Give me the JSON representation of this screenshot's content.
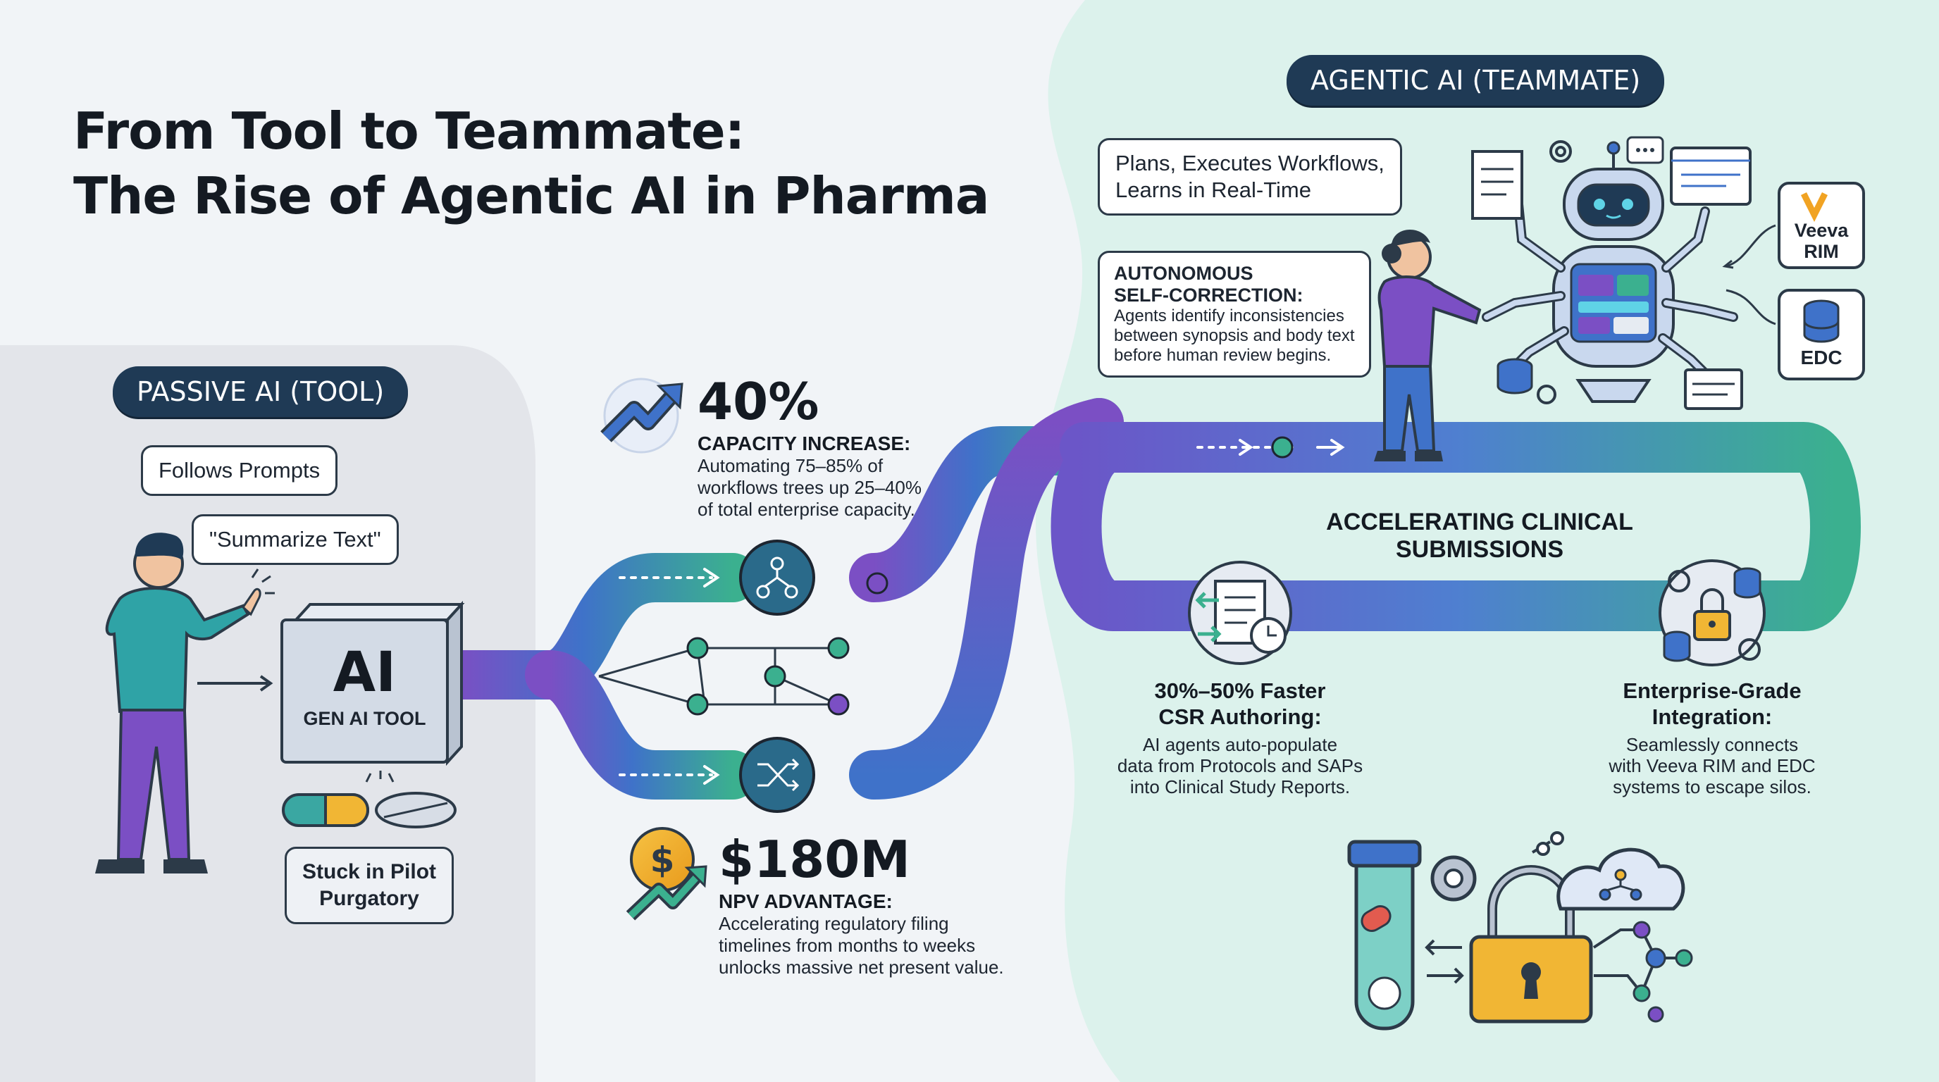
{
  "title": {
    "line1": "From Tool to Teammate:",
    "line2": "The Rise of Agentic AI in Pharma"
  },
  "passive": {
    "pill": "PASSIVE AI (TOOL)",
    "bubble1": "Follows Prompts",
    "bubble2": "\"Summarize Text\"",
    "box_big": "AI",
    "box_small": "GEN AI TOOL",
    "stuck_line1": "Stuck in Pilot",
    "stuck_line2": "Purgatory"
  },
  "agentic": {
    "pill": "AGENTIC AI (TEAMMATE)",
    "bubble_line1": "Plans, Executes Workflows,",
    "bubble_line2": "Learns in Real-Time",
    "auto_head1": "AUTONOMOUS",
    "auto_head2": "SELF-CORRECTION:",
    "auto_body1": "Agents identify inconsistencies",
    "auto_body2": "between synopsis and body text",
    "auto_body3": "before human review begins.",
    "veeva_line1": "Veeva",
    "veeva_line2": "RIM",
    "edc": "EDC"
  },
  "stats": {
    "capacity": {
      "value": "40%",
      "head": "CAPACITY INCREASE:",
      "body1": "Automating 75–85% of",
      "body2": "workflows trees up 25–40%",
      "body3": "of total enterprise capacity."
    },
    "npv": {
      "value": "$180M",
      "head": "NPV ADVANTAGE:",
      "body1": "Accelerating regulatory filing",
      "body2": "timelines from months to weeks",
      "body3": "unlocks massive net present value."
    }
  },
  "loop": {
    "label": "ACCELERATING CLINICAL SUBMISSIONS",
    "csr": {
      "head1": "30%–50% Faster",
      "head2": "CSR Authoring:",
      "body1": "AI agents auto-populate",
      "body2": "data from Protocols and SAPs",
      "body3": "into Clinical Study Reports."
    },
    "integration": {
      "head1": "Enterprise-Grade",
      "head2": "Integration:",
      "body1": "Seamlessly connects",
      "body2": "with Veeva RIM and EDC",
      "body3": "systems to escape silos."
    }
  },
  "icons": {
    "person_passive": "person-pointing-icon",
    "person_agentic": "person-handshake-icon",
    "robot": "multi-arm-robot-icon",
    "pills": "pill-capsule-icon",
    "growth": "trend-up-arrow-icon",
    "dollar": "dollar-coin-icon",
    "network": "network-node-icon",
    "shuffle": "shuffle-icon",
    "document_clock": "document-clock-icon",
    "lock_gear": "lock-gear-database-icon",
    "test_tube": "test-tube-icon",
    "padlock": "padlock-icon",
    "cloud": "cloud-network-icon"
  },
  "colors": {
    "purple": "#7b4fc4",
    "blue": "#3f72c9",
    "teal": "#3bb08f",
    "navy": "#1f3a55",
    "mint_bg": "#dcf2ec",
    "gray_bg": "#e3e5ea"
  }
}
